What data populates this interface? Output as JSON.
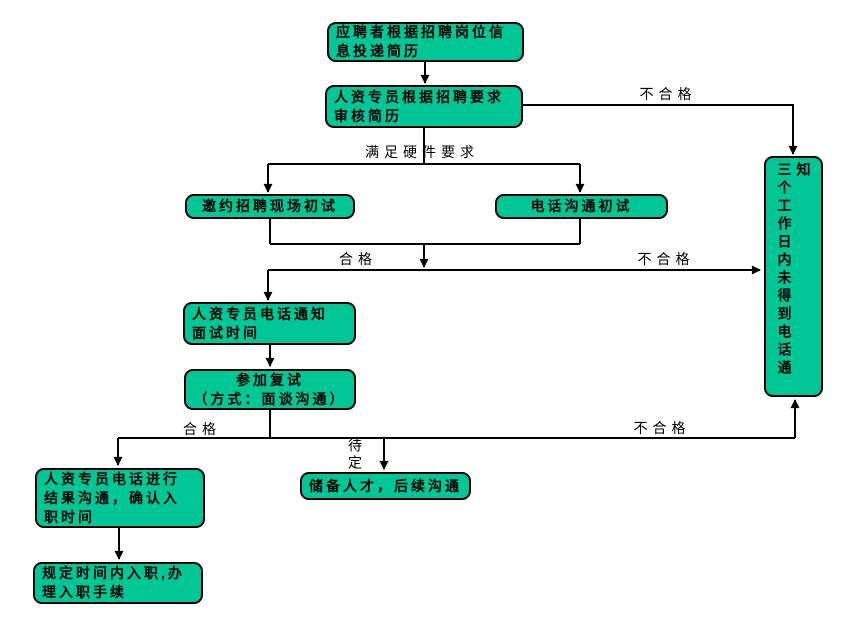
{
  "diagram": {
    "type": "flowchart",
    "colors": {
      "node_fill": "#00C795",
      "node_border": "#000000",
      "connector": "#000000",
      "text": "#000000",
      "background": "#FFFFFF"
    },
    "nodes": {
      "apply": {
        "text": "应聘者根据招聘岗位信\n息投递简历"
      },
      "review": {
        "text": "人资专员根据招聘要求\n审核简历"
      },
      "onsite": {
        "text": "邀约招聘现场初试"
      },
      "phonetest": {
        "text": "电话沟通初试"
      },
      "notify": {
        "text": "人资专员电话通知\n面试时间"
      },
      "second": {
        "text": "参加复试\n（方式：面谈沟通）"
      },
      "result": {
        "text": "人资专员电话进行\n结果沟通，确认入\n职时间"
      },
      "onboard": {
        "text": "规定时间内入职,办\n理入职手续"
      },
      "reserve": {
        "text": "储备人才，后续沟通"
      },
      "wait": {
        "text": "三个工作日内未得到电话通知"
      }
    },
    "labels": {
      "unqualified_top": "不合格",
      "meets_hardware": "满足硬件要求",
      "qualified_mid": "合格",
      "unqualified_mid": "不合格",
      "qualified_bottom": "合格",
      "pending": "待定",
      "unqualified_bottom": "不合格"
    }
  }
}
